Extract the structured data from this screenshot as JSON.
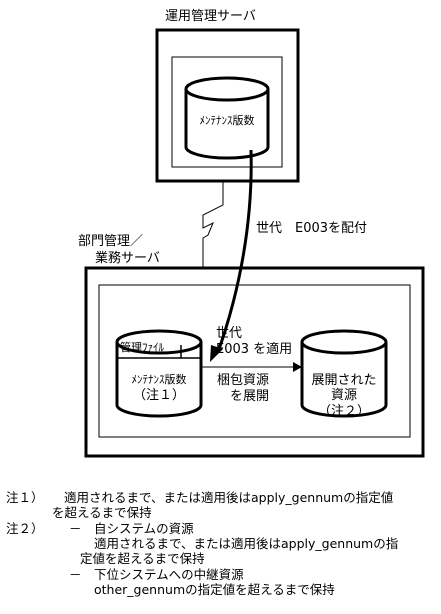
{
  "ops_server": {
    "title": "運用管理サーバ",
    "cylinder_label": "ﾒﾝﾃﾅﾝｽ版数"
  },
  "arrow_label": "世代　E003を配付",
  "dept_server": {
    "title_line1": "部門管理／",
    "title_line2": "業務サーバ"
  },
  "mgmt_file": {
    "header": "管理ﾌｧｲﾙ",
    "label": "ﾒﾝﾃﾅﾝｽ版数",
    "note": "（注１）"
  },
  "apply_label": {
    "line1": "世代",
    "line2": "E003 を適用"
  },
  "expand_label": {
    "line1": "梱包資源",
    "line2": "を展開"
  },
  "expanded": {
    "line1": "展開された",
    "line2": "資源",
    "line3": "（注２）"
  },
  "notes": {
    "n1_head": "注１）",
    "n1_line1": "適用されるまで、または適用後はapply_gennumの指定値",
    "n1_line2": "を超えるまで保持",
    "n2_head": "注２）",
    "n2_dash1": "－",
    "n2_item1": "自システムの資源",
    "n2_item1_l1": "適用されるまで、または適用後はapply_gennumの指",
    "n2_item1_l2": "定値を超えるまで保持",
    "n2_dash2": "－",
    "n2_item2": "下位システムへの中継資源",
    "n2_item2_l1": "other_gennumの指定値を超えるまで保持"
  }
}
